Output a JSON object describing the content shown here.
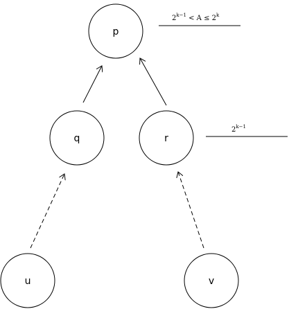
{
  "nodes": {
    "p": {
      "label": "p"
    },
    "q": {
      "label": "q"
    },
    "r": {
      "label": "r"
    },
    "u": {
      "label": "u"
    },
    "v": {
      "label": "v"
    }
  },
  "annotations": {
    "p_range": {
      "base_left": "2",
      "exp_left": "k−1",
      "middle": " < A ≤ 2",
      "exp_right": "k"
    },
    "r_value": {
      "base": "2",
      "exp": "k−1"
    }
  },
  "colors": {
    "stroke": "#000000",
    "background": "#ffffff"
  }
}
